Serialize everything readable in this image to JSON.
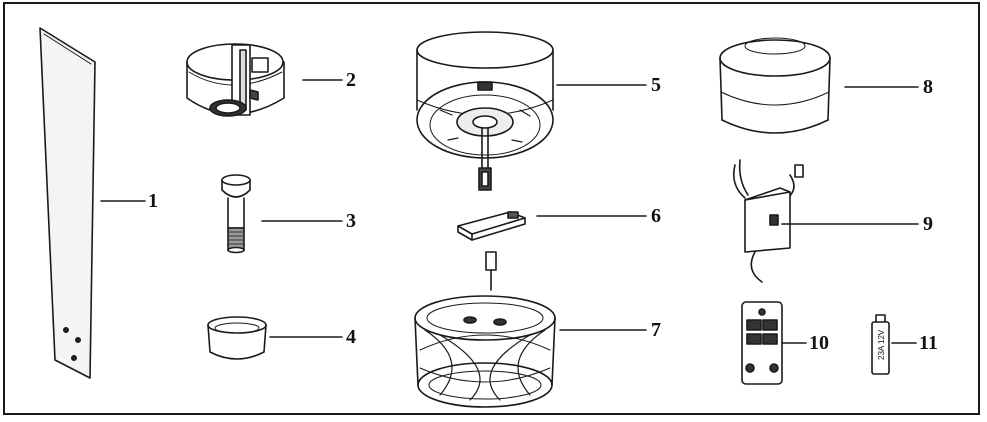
{
  "diagram": {
    "parts": [
      {
        "id": "blade",
        "number": "1"
      },
      {
        "id": "mounting-bracket",
        "number": "2"
      },
      {
        "id": "downrod",
        "number": "3"
      },
      {
        "id": "canopy-cover-ring",
        "number": "4"
      },
      {
        "id": "motor-housing",
        "number": "5"
      },
      {
        "id": "wire-connector-plug",
        "number": "6"
      },
      {
        "id": "light-cage",
        "number": "7"
      },
      {
        "id": "light-cover",
        "number": "8"
      },
      {
        "id": "receiver",
        "number": "9"
      },
      {
        "id": "remote-control",
        "number": "10"
      },
      {
        "id": "battery",
        "number": "11"
      }
    ],
    "battery_label": "23A 12V"
  }
}
